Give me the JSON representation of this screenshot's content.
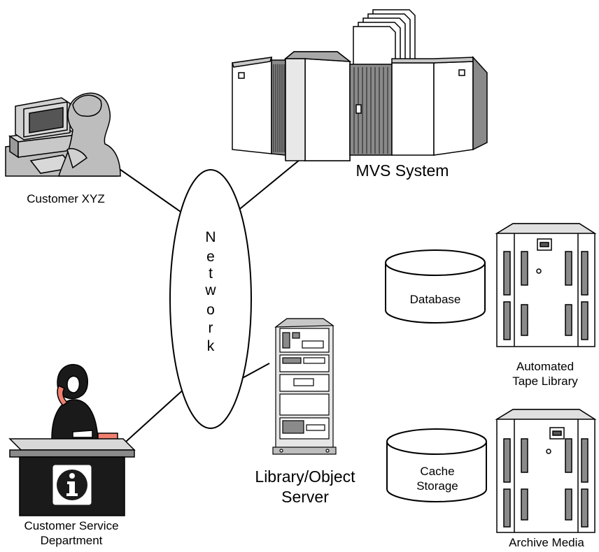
{
  "labels": {
    "mvs_system": "MVS System",
    "customer": "Customer XYZ",
    "network_letters": [
      "N",
      "e",
      "t",
      "w",
      "o",
      "r",
      "k"
    ],
    "database": "Database",
    "tape_library_line1": "Automated",
    "tape_library_line2": "Tape Library",
    "library_server_line1": "Library/Object",
    "library_server_line2": "Server",
    "cache_line1": "Cache",
    "cache_line2": "Storage",
    "customer_service_line1": "Customer Service",
    "customer_service_line2": "Department",
    "archive_media": "Archive Media"
  },
  "icons": [
    "mainframe-icon",
    "workstation-user-icon",
    "network-ellipse",
    "database-cylinder-icon",
    "tape-library-icon",
    "server-rack-icon",
    "cache-cylinder-icon",
    "archive-media-icon",
    "receptionist-desk-icon",
    "information-icon"
  ],
  "colors": {
    "line": "#000000",
    "fill_light": "#ffffff",
    "fill_gray": "#bdbdbd",
    "fill_dark": "#8a8a8a",
    "phone_accent": "#f08070"
  }
}
